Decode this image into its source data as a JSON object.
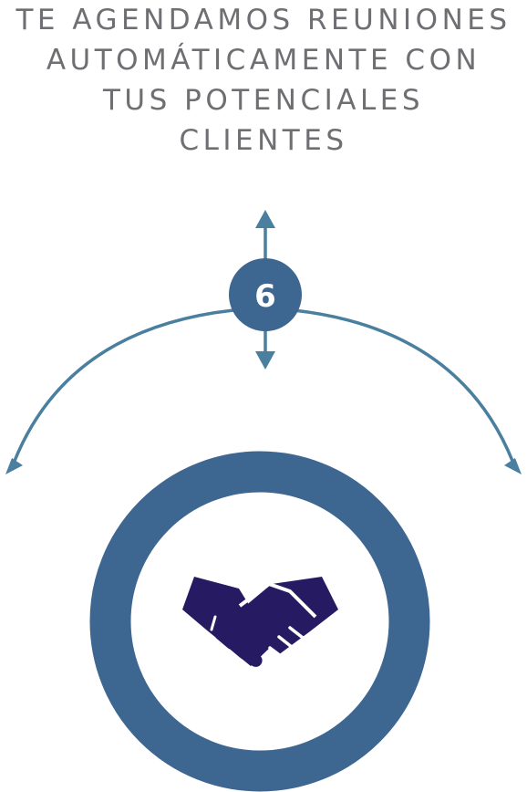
{
  "headline": {
    "lines": [
      "TE AGENDAMOS REUNIONES",
      "AUTOMÁTICAMENTE CON",
      "TUS POTENCIALES",
      "CLIENTES"
    ]
  },
  "step": {
    "number": "6"
  },
  "icon": {
    "name": "handshake-icon"
  },
  "colors": {
    "headline_text": "#6f6f73",
    "arrow": "#4a7fa0",
    "badge": "#3d6690",
    "ring": "#3d6690",
    "handshake": "#261b63",
    "background": "#ffffff"
  }
}
